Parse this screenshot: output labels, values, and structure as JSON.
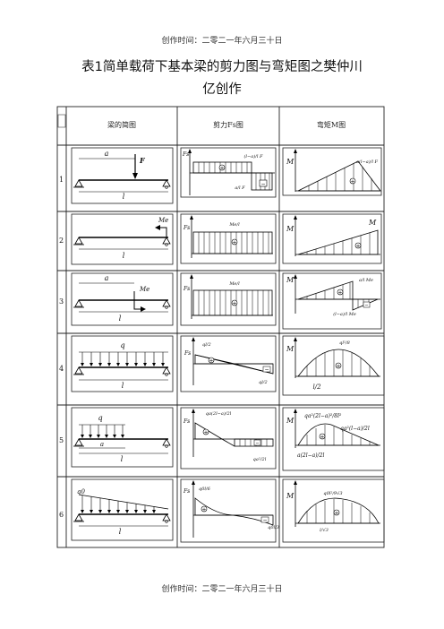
{
  "header_text": "创作时间：二零二一年六月三十日",
  "footer_text": "创作时间：二零二一年六月三十日",
  "title_line1": "表1简单载荷下基本梁的剪力图与弯矩图之樊仲川",
  "title_line2": "亿创作",
  "table": {
    "headers": [
      "",
      "梁的简图",
      "剪力Fs图",
      "弯矩M图"
    ],
    "rows": [
      {
        "num": "1",
        "beam": {
          "a": "a",
          "load": "F",
          "span": "l"
        },
        "shear": {
          "axis": "Fs",
          "top": "(l−a)/l F",
          "bottom": "a/l F"
        },
        "moment": {
          "axis": "M",
          "peak": "a(l−a)/l F"
        }
      },
      {
        "num": "2",
        "beam": {
          "load": "Me",
          "span": "l"
        },
        "shear": {
          "axis": "Fs",
          "top": "Me/l"
        },
        "moment": {
          "axis": "M",
          "peak": "M"
        }
      },
      {
        "num": "3",
        "beam": {
          "a": "a",
          "load": "Me",
          "span": "l"
        },
        "shear": {
          "axis": "Fs",
          "top": "Me/l"
        },
        "moment": {
          "axis": "M",
          "top": "a/l Me",
          "bottom": "(l−a)/l Me"
        }
      },
      {
        "num": "4",
        "beam": {
          "load": "q",
          "span": "l"
        },
        "shear": {
          "axis": "Fs",
          "top": "ql/2",
          "bottom": "ql/2"
        },
        "moment": {
          "axis": "M",
          "peak": "ql²/8",
          "pos": "l/2"
        }
      },
      {
        "num": "5",
        "beam": {
          "load": "q",
          "a": "a",
          "span": "l"
        },
        "shear": {
          "axis": "Fs",
          "top": "qa(2l−a)/2l",
          "bottom": "qa²/2l"
        },
        "moment": {
          "axis": "M",
          "peak": "qa²(2l−a)²/8l²",
          "right": "qa²(l−a)/2l",
          "pos": "a(2l−a)/2l"
        }
      },
      {
        "num": "6",
        "beam": {
          "load": "q0",
          "span": "l"
        },
        "shear": {
          "axis": "Fs",
          "top": "q0l/6",
          "bottom": "q0l/3"
        },
        "moment": {
          "axis": "M",
          "peak": "q0l²/9√3",
          "pos": "l/√3"
        }
      }
    ]
  }
}
